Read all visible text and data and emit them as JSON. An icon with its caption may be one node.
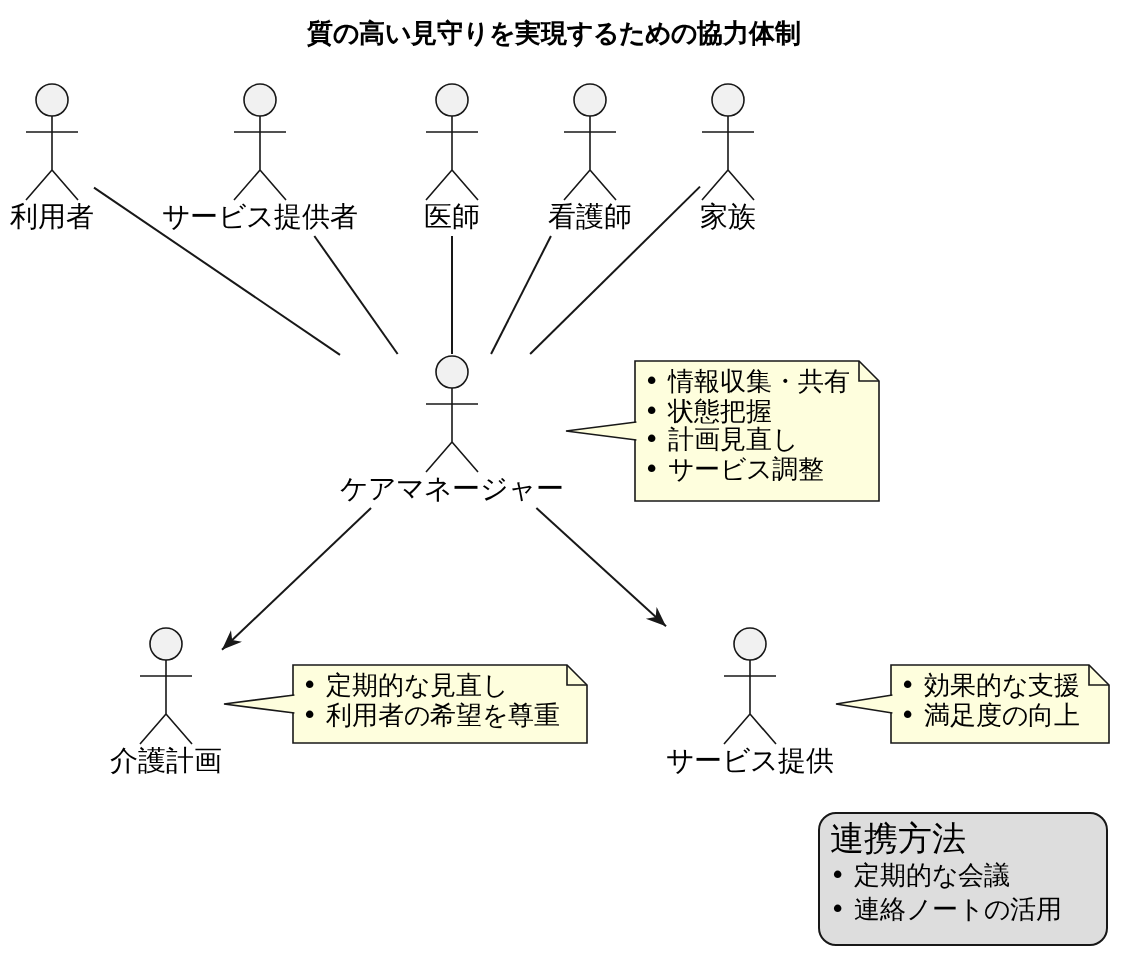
{
  "diagram": {
    "title": "質の高い見守りを実現するための協力体制",
    "nodes": [
      {
        "text": [
          "利用者"
        ]
      },
      {
        "text": [
          "サービス提供者"
        ]
      },
      {
        "text": [
          "医師"
        ]
      },
      {
        "text": [
          "看護師"
        ]
      },
      {
        "text": [
          "家族"
        ]
      },
      {
        "text": [
          "ケアマネージャー"
        ]
      },
      {
        "text": [
          "• 情報収集・共有",
          "• 状態把握",
          "• 計画見直し",
          "• サービス調整"
        ]
      },
      {
        "text": [
          "介護計画"
        ]
      },
      {
        "text": [
          "• 定期的な見直し",
          "• 利用者の希望を尊重"
        ]
      },
      {
        "text": [
          "サービス提供"
        ]
      },
      {
        "text": [
          "• 効果的な支援",
          "• 満足度の向上"
        ]
      },
      {
        "text": [
          "連携方法",
          "• 定期的な会議",
          "• 連絡ノートの活用"
        ]
      }
    ],
    "edges": [
      {
        "from": 0,
        "to": 5,
        "arrow": "none"
      },
      {
        "from": 1,
        "to": 5,
        "arrow": "none"
      },
      {
        "from": 2,
        "to": 5,
        "arrow": "none"
      },
      {
        "from": 3,
        "to": 5,
        "arrow": "none"
      },
      {
        "from": 4,
        "to": 5,
        "arrow": "none"
      },
      {
        "from": 5,
        "to": 7,
        "arrow": "to"
      },
      {
        "from": 5,
        "to": 9,
        "arrow": "to"
      },
      {
        "from": 6,
        "to": 5,
        "arrow": "none"
      },
      {
        "from": 8,
        "to": 7,
        "arrow": "none"
      },
      {
        "from": 10,
        "to": 9,
        "arrow": "none"
      }
    ]
  }
}
